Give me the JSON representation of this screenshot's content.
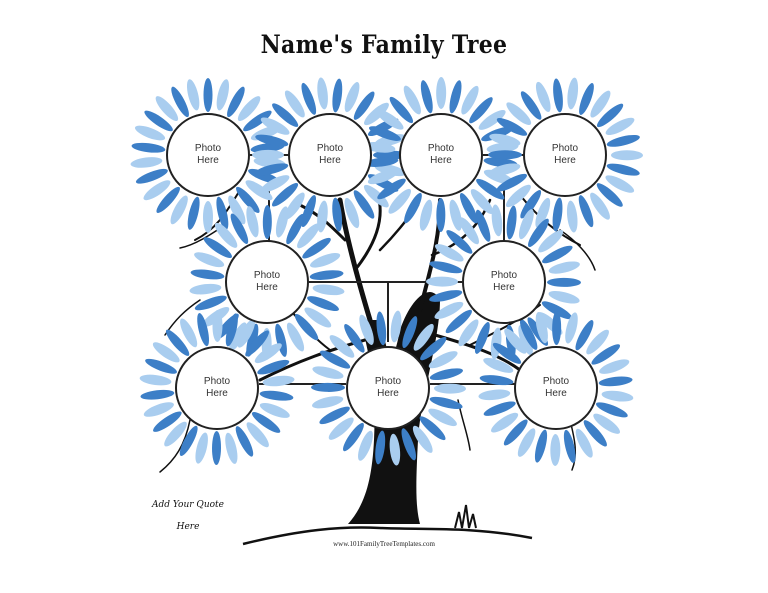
{
  "title": "Name's  Family Tree",
  "photo_line1": "Photo",
  "photo_line2": "Here",
  "quote_line1": "Add Your Quote",
  "quote_line2": "Here",
  "website": "www.101FamilyTreeTemplates.com",
  "colors": {
    "petal_dark": "#3d7fc7",
    "petal_light": "#a9cdef",
    "tree": "#111111",
    "connector": "#222222"
  },
  "nodes": [
    {
      "id": "grandparent-1"
    },
    {
      "id": "grandparent-2"
    },
    {
      "id": "grandparent-3"
    },
    {
      "id": "grandparent-4"
    },
    {
      "id": "parent-1"
    },
    {
      "id": "parent-2"
    },
    {
      "id": "sibling-1"
    },
    {
      "id": "self"
    },
    {
      "id": "sibling-2"
    }
  ]
}
